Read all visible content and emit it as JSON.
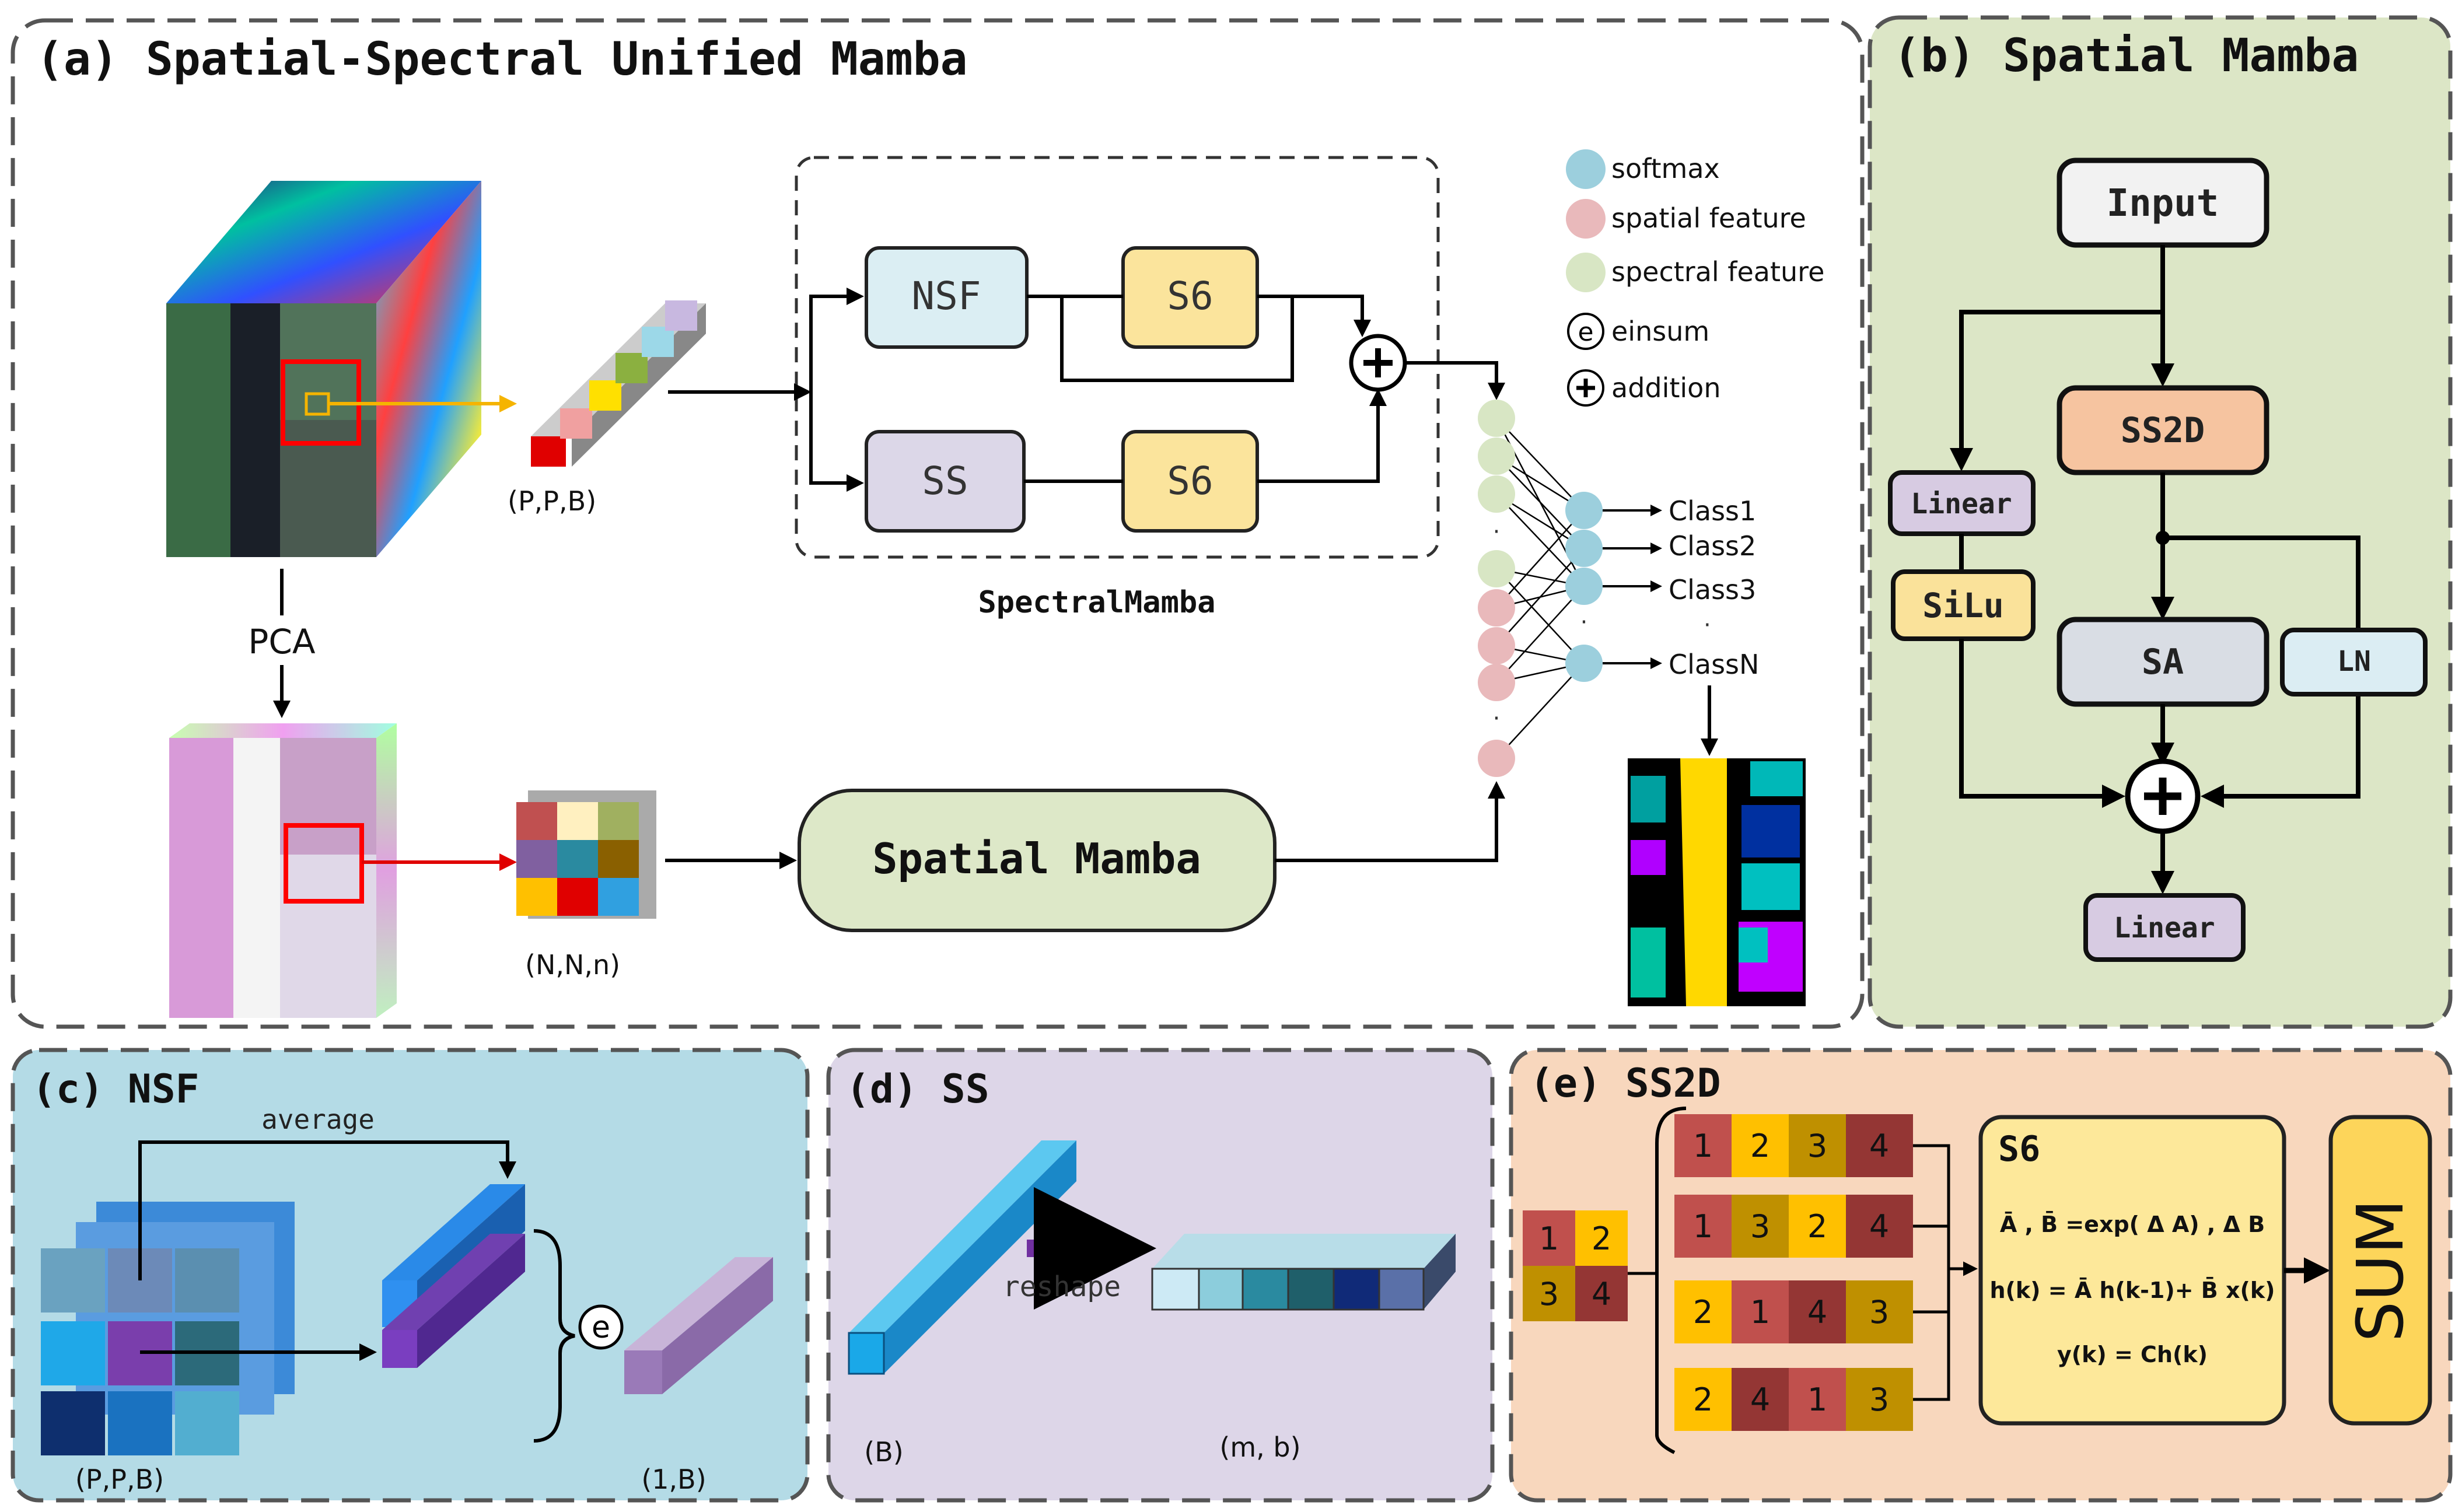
{
  "panels": {
    "a": {
      "title": "(a) Spatial-Spectral Unified Mamba"
    },
    "b": {
      "title": "(b) Spatial Mamba"
    },
    "c": {
      "title": "(c) NSF"
    },
    "d": {
      "title": "(d) SS"
    },
    "e": {
      "title": "(e) SS2D"
    }
  },
  "panel_a": {
    "nsf": "NSF",
    "ss": "SS",
    "s6": "S6",
    "spectral_mamba": "SpectralMamba",
    "spatial_mamba": "Spatial Mamba",
    "pca": "PCA",
    "ppb": "(P,P,B)",
    "nnn": "(N,N,n)",
    "legend": {
      "softmax": "softmax",
      "spatial": "spatial feature",
      "spectral": "spectral feature",
      "einsum_symbol": "e",
      "einsum": "einsum",
      "addition": "addition"
    },
    "classes": [
      "Class1",
      "Class2",
      "Class3",
      "ClassN"
    ]
  },
  "panel_b": {
    "input": "Input",
    "ss2d": "SS2D",
    "linear": "Linear",
    "silu": "SiLu",
    "sa": "SA",
    "ln": "LN",
    "linear_out": "Linear"
  },
  "panel_c": {
    "average": "average",
    "ppb": "(P,P,B)",
    "one_b": "(1,B)",
    "einsum_symbol": "e"
  },
  "panel_d": {
    "reshape": "reshape",
    "b": "(B)",
    "mb": "(m, b)"
  },
  "panel_e": {
    "grid": [
      "1",
      "2",
      "3",
      "4"
    ],
    "sequences": [
      [
        "1",
        "2",
        "3",
        "4"
      ],
      [
        "1",
        "3",
        "2",
        "4"
      ],
      [
        "2",
        "1",
        "4",
        "3"
      ],
      [
        "2",
        "4",
        "1",
        "3"
      ]
    ],
    "s6_title": "S6",
    "eq1": "Ā , B̄ =exp( Δ A) , Δ B",
    "eq2": "h(k) = Ā h(k-1)+ B̄ x(k)",
    "eq3": "y(k) = Ch(k)",
    "sum": "SUM"
  },
  "colors": {
    "panel_b_bg": "#dce6c6",
    "panel_c_bg": "#b4dbe6",
    "panel_d_bg": "#ddd6e8",
    "panel_e_bg": "#f8d7bd",
    "nsf_box": "#dbeef3",
    "s6_box": "#fbe49c",
    "ss_box": "#dcd7e8",
    "spatial_mamba_box": "#dde8c8",
    "ss2d_box": "#f6c4a0",
    "linear_box": "#d7cbe2",
    "silu_box": "#fae29a",
    "sa_box": "#d9dde4",
    "ln_box": "#dbedf3",
    "input_box": "#f2f2f2",
    "softmax_node": "#9ccfdd",
    "spatial_node": "#e9b9bb",
    "spectral_node": "#d8e6c4",
    "token_1": "#c0504d",
    "token_2": "#ffc000",
    "token_3": "#bf9000",
    "token_4": "#943634"
  }
}
